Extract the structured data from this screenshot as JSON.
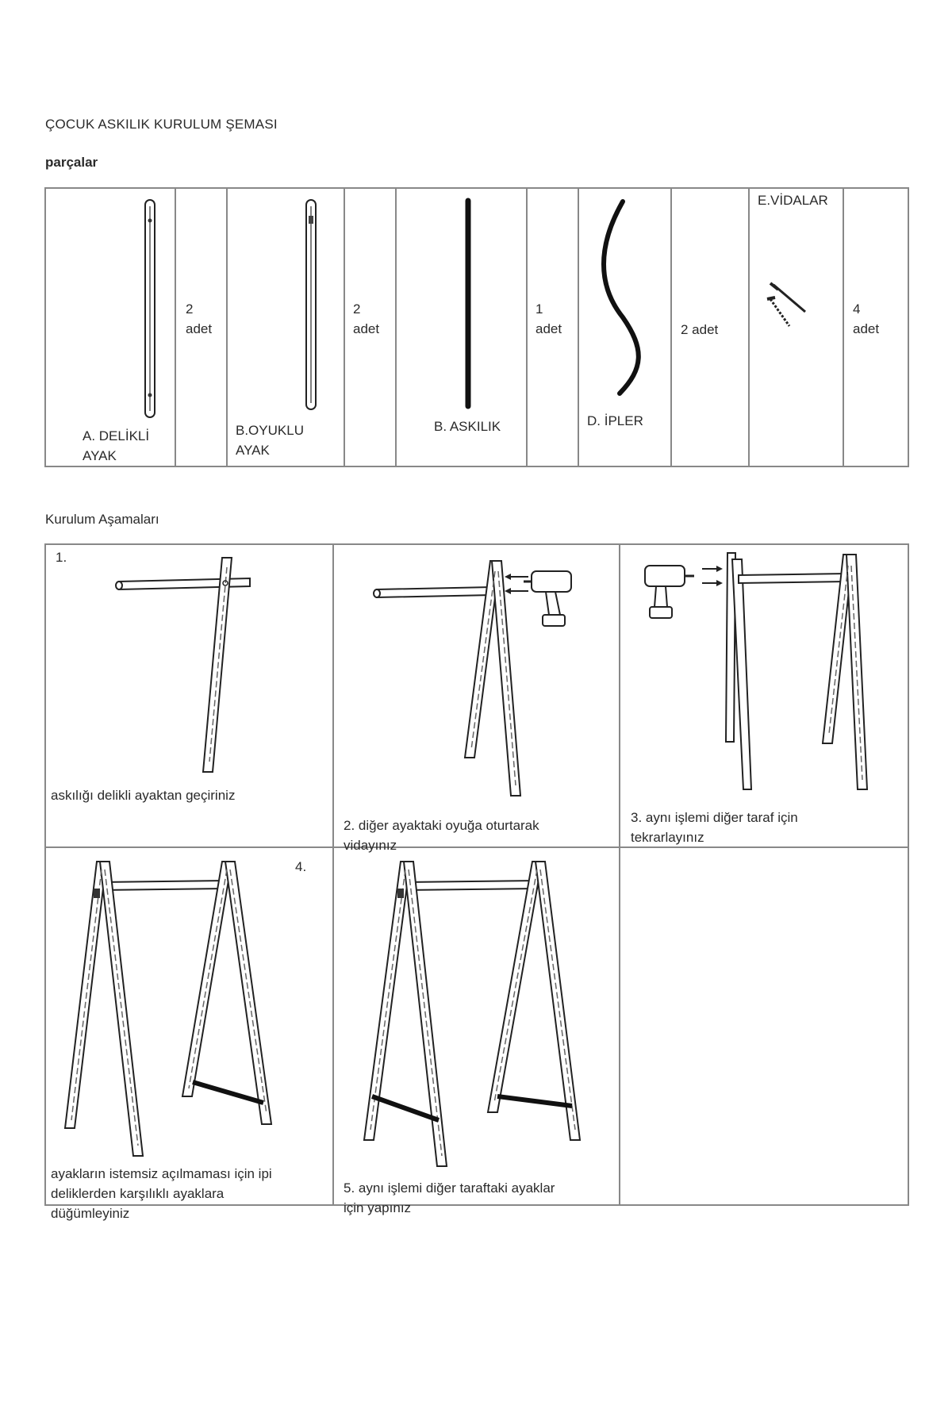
{
  "document": {
    "title": "ÇOCUK ASKILIK KURULUM ŞEMASI",
    "parts_heading": "parçalar",
    "steps_heading": "Kurulum Aşamaları"
  },
  "parts": [
    {
      "label": "A.   DELİKLİ\nAYAK",
      "count": "2\nadet",
      "icon": "perforated-leg-icon"
    },
    {
      "label": "B.OYUKLU\nAYAK",
      "count": "2\nadet",
      "icon": "grooved-leg-icon"
    },
    {
      "label": "B.    ASKILIK",
      "count": "1\nadet",
      "icon": "hanger-rod-icon"
    },
    {
      "label": "D. İPLER",
      "count": "2 adet",
      "icon": "rope-icon"
    },
    {
      "label": "E.VİDALAR",
      "count": "4\nadet",
      "icon": "screws-icon"
    }
  ],
  "steps": [
    {
      "number": "1.",
      "text": "askılığı delikli ayaktan geçiriniz",
      "icon": "rod-into-leg-illustration"
    },
    {
      "number": "",
      "text": "2. diğer ayaktaki oyuğa oturtarak\nvidayınız",
      "icon": "drill-screw-illustration"
    },
    {
      "number": "",
      "text": "3. aynı işlemi diğer taraf için\ntekrarlayınız",
      "icon": "drill-other-side-illustration"
    },
    {
      "number": "4.",
      "text": "ayakların istemsiz açılmaması için ipi\ndeliklerden karşılıklı ayaklara\ndüğümleyiniz",
      "icon": "tie-rope-illustration"
    },
    {
      "number": "",
      "text": "5. aynı işlemi diğer taraftaki ayaklar\niçin yapınız",
      "icon": "finished-rack-illustration"
    }
  ]
}
